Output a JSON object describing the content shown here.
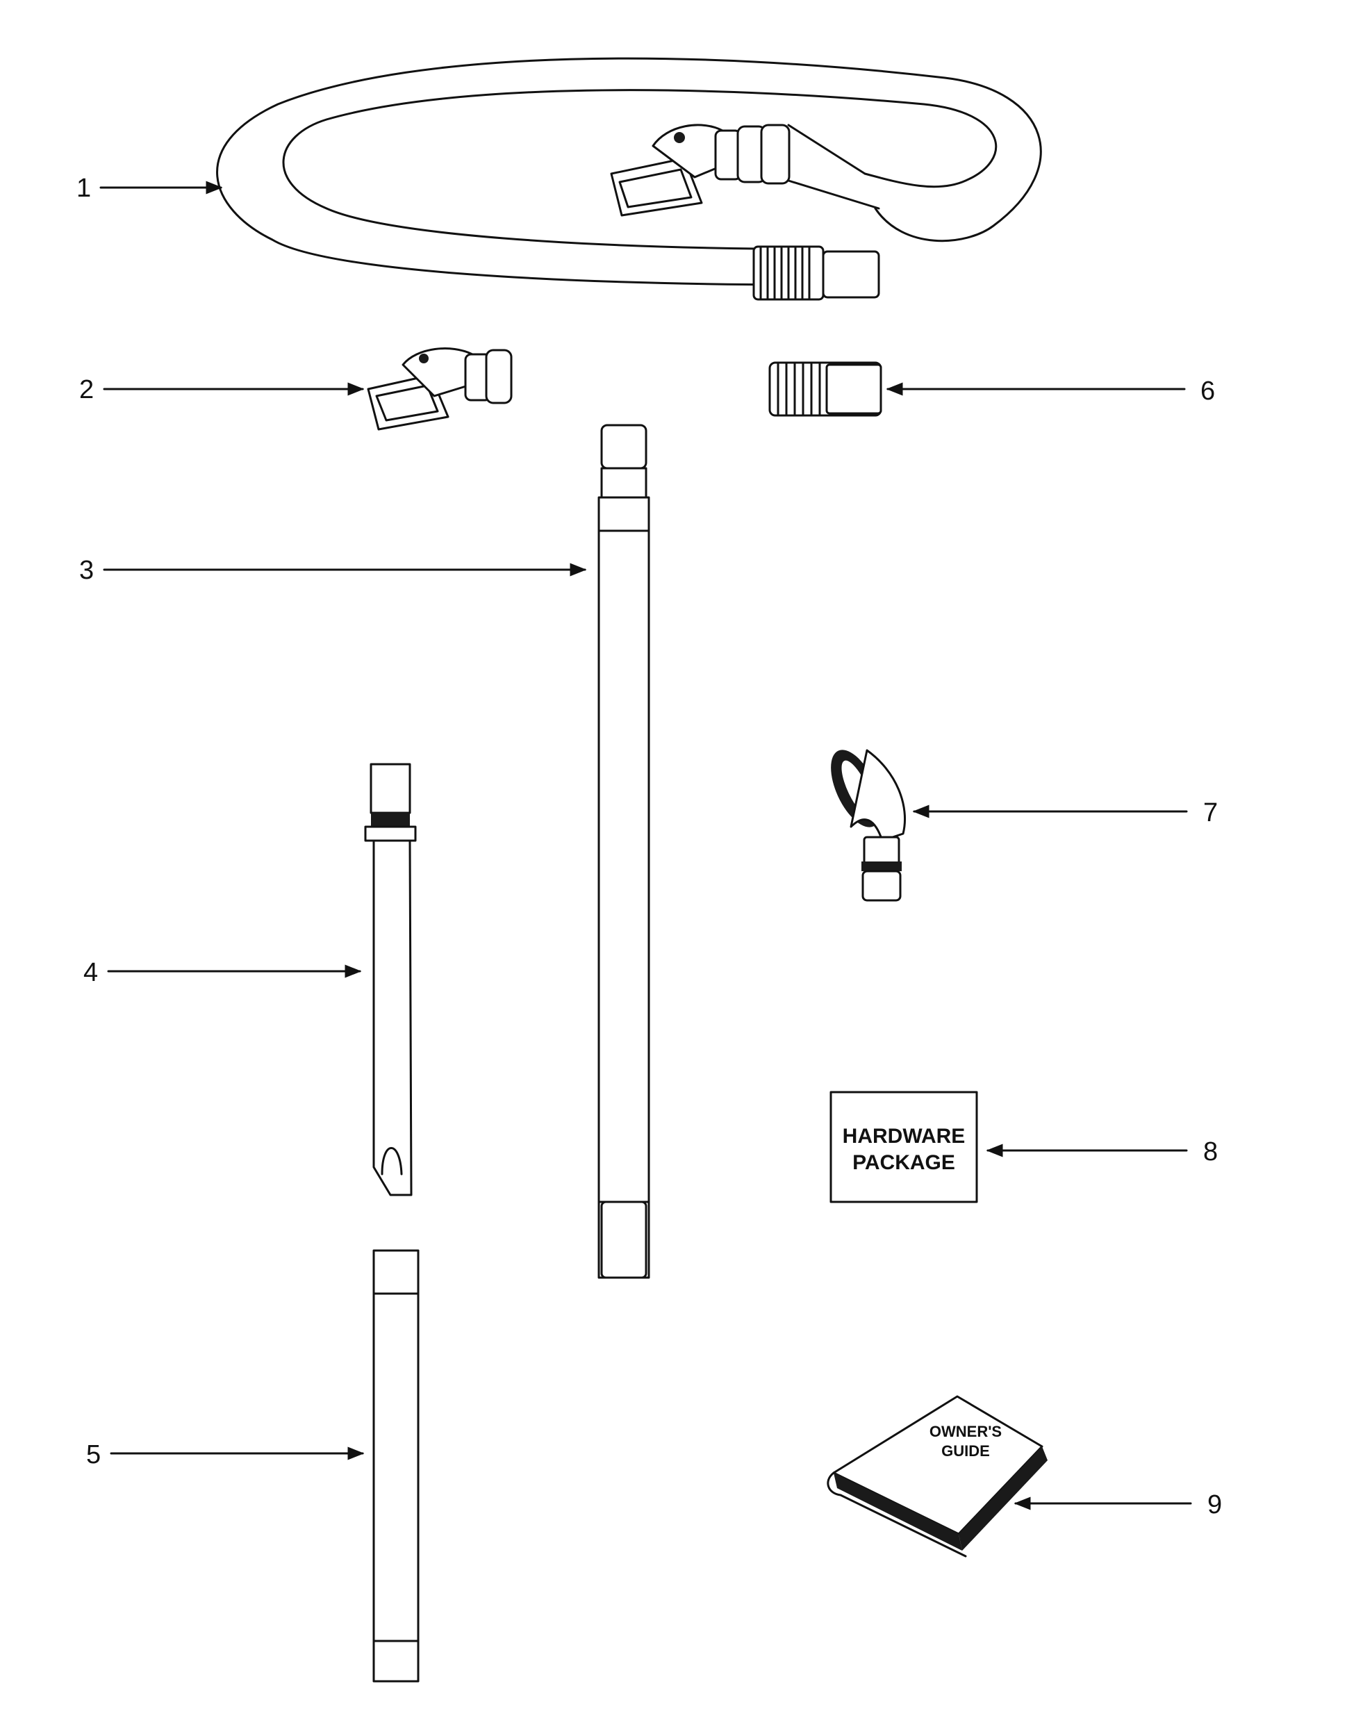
{
  "parts": [
    {
      "number": "1",
      "icon": "hose-assembly-icon"
    },
    {
      "number": "2",
      "icon": "hose-swivel-handle-icon"
    },
    {
      "number": "3",
      "icon": "extension-wand-icon"
    },
    {
      "number": "4",
      "icon": "crevice-tool-icon"
    },
    {
      "number": "5",
      "icon": "straight-wand-icon"
    },
    {
      "number": "6",
      "icon": "hose-cuff-icon"
    },
    {
      "number": "7",
      "icon": "elbow-nozzle-icon"
    },
    {
      "number": "8",
      "icon": "hardware-package-icon"
    },
    {
      "number": "9",
      "icon": "owners-guide-icon"
    }
  ],
  "hardware_package": {
    "line1": "HARDWARE",
    "line2": "PACKAGE"
  },
  "owners_guide": {
    "line1": "OWNER'S",
    "line2": "GUIDE"
  },
  "colors": {
    "ink": "#111111",
    "paper": "#ffffff"
  }
}
